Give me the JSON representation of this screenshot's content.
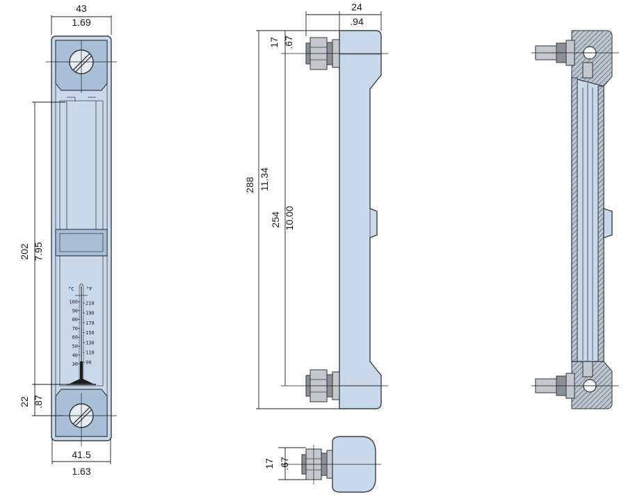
{
  "front_view": {
    "width_mm": "43",
    "width_in": "1.69",
    "length_mm": "202",
    "length_in": "7.95",
    "bottom_mm": "22",
    "bottom_in": ".87",
    "base_width_mm": "41.5",
    "base_width_in": "1.63",
    "thermometer": {
      "unit_c": "°C",
      "unit_f": "°F",
      "celsius": [
        "100",
        "90",
        "80",
        "70",
        "60",
        "50",
        "40",
        "30"
      ],
      "fahrenheit": [
        "210",
        "190",
        "170",
        "150",
        "130",
        "110",
        "90"
      ]
    }
  },
  "side_view": {
    "depth_mm": "24",
    "depth_in": ".94",
    "top_mm": "17",
    "top_in": ".67",
    "overall_mm": "288",
    "overall_in": "11.34",
    "centers_mm": "254",
    "centers_in": "10.00"
  },
  "bottom_view": {
    "height_mm": "17",
    "height_in": ".67"
  },
  "colors": {
    "body": "#c9d9ec",
    "outline": "#3a3f45",
    "steel": "#8b9096"
  }
}
